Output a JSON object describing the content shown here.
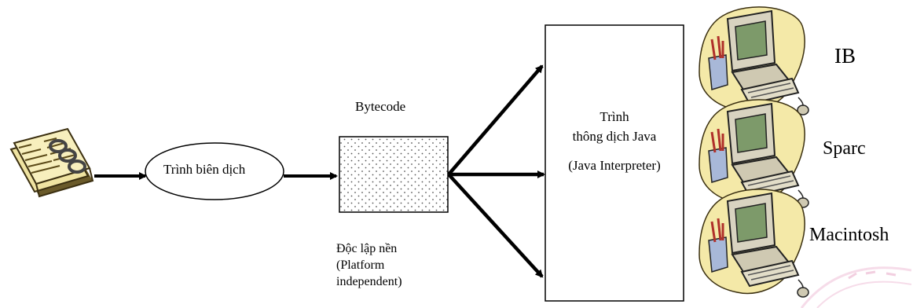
{
  "compiler": {
    "label": "Trình biên dịch"
  },
  "bytecode": {
    "label": "Bytecode",
    "note_lines": [
      "Độc lập nền",
      "(Platform",
      "independent)"
    ]
  },
  "interpreter": {
    "line1": "Trình",
    "line2": "thông dịch Java",
    "line3": "(Java Interpreter)"
  },
  "machines": [
    {
      "label": "IB",
      "icon": "computer-icon"
    },
    {
      "label": "Sparc",
      "icon": "computer-icon"
    },
    {
      "label": "Macintosh",
      "icon": "computer-icon"
    }
  ],
  "source_icon": "notebook-binder-icon",
  "colors": {
    "line": "#000000",
    "icon_fill": "#f4e9a8",
    "screen": "#7d9a6a",
    "monitor": "#d8d3c0",
    "watermark": "#f0c0d8"
  }
}
